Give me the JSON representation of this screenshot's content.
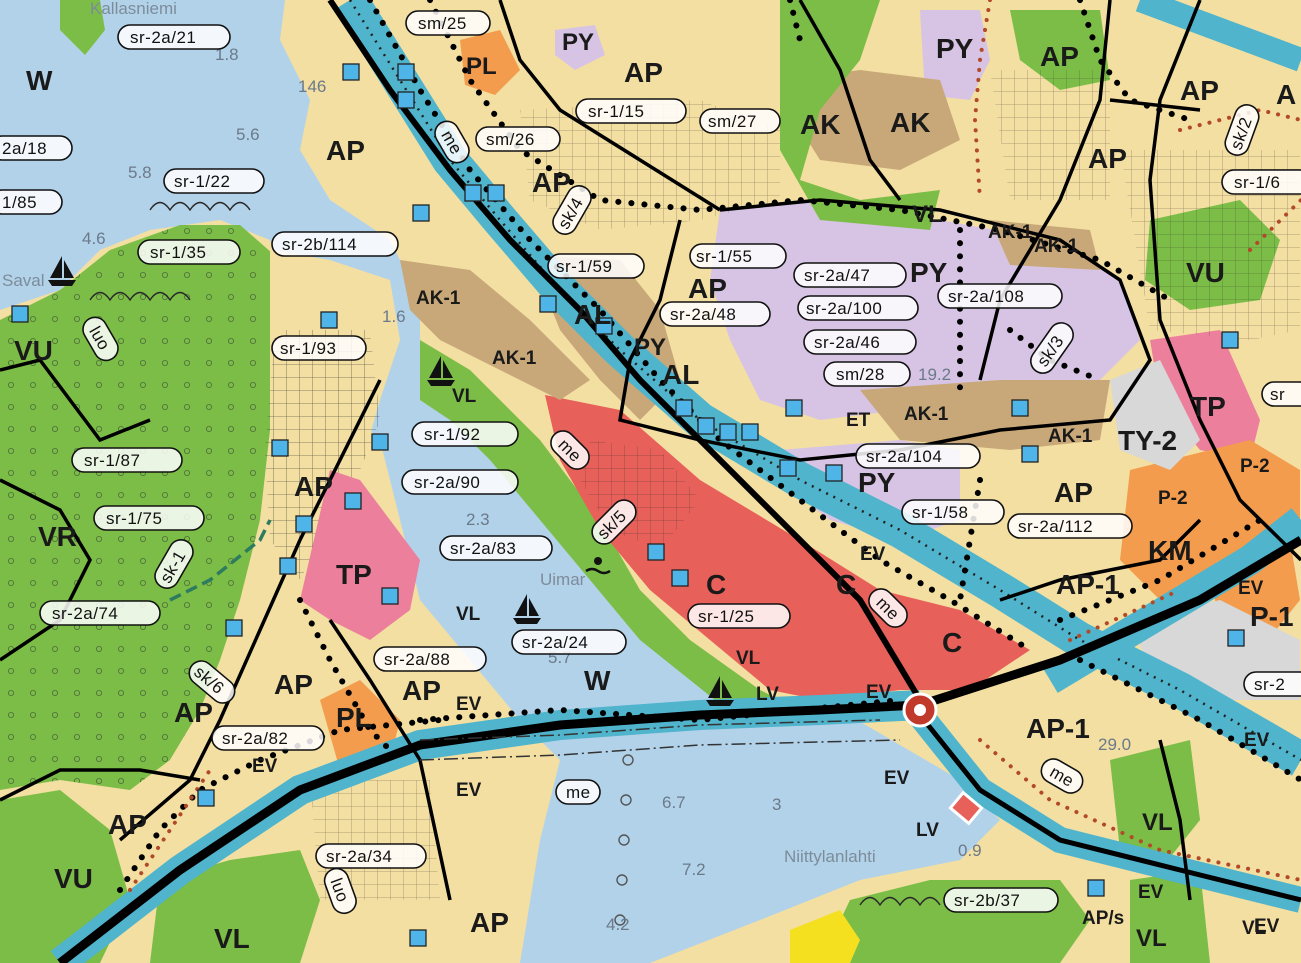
{
  "map": {
    "water_labels": [
      "W",
      "W"
    ],
    "zones": [
      {
        "id": "ap1",
        "label": "AP"
      },
      {
        "id": "ap2",
        "label": "AP"
      },
      {
        "id": "ap3",
        "label": "AP"
      },
      {
        "id": "ap4",
        "label": "AP"
      },
      {
        "id": "ap5",
        "label": "AP"
      },
      {
        "id": "ap6",
        "label": "AP"
      },
      {
        "id": "ap7",
        "label": "AP"
      },
      {
        "id": "ap8",
        "label": "AP"
      },
      {
        "id": "ap9",
        "label": "AP"
      },
      {
        "id": "ap10",
        "label": "AP"
      },
      {
        "id": "ap11",
        "label": "AP"
      },
      {
        "id": "ap12",
        "label": "AP"
      },
      {
        "id": "ap13",
        "label": "AP"
      },
      {
        "id": "ap14",
        "label": "AP"
      },
      {
        "id": "a1",
        "label": "A"
      },
      {
        "id": "py1",
        "label": "PY"
      },
      {
        "id": "py2",
        "label": "PY"
      },
      {
        "id": "py3",
        "label": "PY"
      },
      {
        "id": "py4",
        "label": "PY"
      },
      {
        "id": "py5",
        "label": "PY"
      },
      {
        "id": "pl1",
        "label": "PL"
      },
      {
        "id": "pl2",
        "label": "PL"
      },
      {
        "id": "ak1",
        "label": "AK"
      },
      {
        "id": "ak2",
        "label": "AK"
      },
      {
        "id": "ak1a",
        "label": "AK-1"
      },
      {
        "id": "ak1b",
        "label": "AK-1"
      },
      {
        "id": "ak1c",
        "label": "AK-1"
      },
      {
        "id": "ak1d",
        "label": "AK-1"
      },
      {
        "id": "ak1e",
        "label": "AK-1"
      },
      {
        "id": "ak1f",
        "label": "AK-1"
      },
      {
        "id": "al1",
        "label": "AL"
      },
      {
        "id": "al2",
        "label": "AL"
      },
      {
        "id": "vu1",
        "label": "VU"
      },
      {
        "id": "vu2",
        "label": "VU"
      },
      {
        "id": "vu3",
        "label": "VU"
      },
      {
        "id": "vr1",
        "label": "VR"
      },
      {
        "id": "vl1",
        "label": "VL"
      },
      {
        "id": "vl2",
        "label": "VL"
      },
      {
        "id": "vl3",
        "label": "VL"
      },
      {
        "id": "vl4",
        "label": "VL"
      },
      {
        "id": "vl5",
        "label": "VL"
      },
      {
        "id": "vl6",
        "label": "VL"
      },
      {
        "id": "vl7",
        "label": "VL"
      },
      {
        "id": "vl8",
        "label": "VL"
      },
      {
        "id": "tp1",
        "label": "TP"
      },
      {
        "id": "tp2",
        "label": "TP"
      },
      {
        "id": "c1",
        "label": "C"
      },
      {
        "id": "c2",
        "label": "C"
      },
      {
        "id": "c3",
        "label": "C"
      },
      {
        "id": "et1",
        "label": "ET"
      },
      {
        "id": "ty2",
        "label": "TY-2"
      },
      {
        "id": "p2a",
        "label": "P-2"
      },
      {
        "id": "p2b",
        "label": "P-2"
      },
      {
        "id": "km1",
        "label": "KM"
      },
      {
        "id": "ap1x",
        "label": "AP-1"
      },
      {
        "id": "ap1y",
        "label": "AP-1"
      },
      {
        "id": "p1",
        "label": "P-1"
      },
      {
        "id": "aps",
        "label": "AP/s"
      },
      {
        "id": "lv1",
        "label": "LV"
      },
      {
        "id": "lv2",
        "label": "LV"
      },
      {
        "id": "ev1",
        "label": "EV"
      },
      {
        "id": "ev2",
        "label": "EV"
      },
      {
        "id": "ev3",
        "label": "EV"
      },
      {
        "id": "ev4",
        "label": "EV"
      },
      {
        "id": "ev5",
        "label": "EV"
      },
      {
        "id": "ev6",
        "label": "EV"
      },
      {
        "id": "ev7",
        "label": "EV"
      },
      {
        "id": "ev8",
        "label": "EV"
      },
      {
        "id": "ev9",
        "label": "EV"
      },
      {
        "id": "ev10",
        "label": "EV"
      }
    ],
    "refs": [
      {
        "id": "r1",
        "label": "sr-2a/21"
      },
      {
        "id": "r2",
        "label": "sm/25"
      },
      {
        "id": "r3",
        "label": "sr-1/15"
      },
      {
        "id": "r4",
        "label": "sm/27"
      },
      {
        "id": "r5",
        "label": "sm/26"
      },
      {
        "id": "r6",
        "label": "2a/18"
      },
      {
        "id": "r7",
        "label": "sr-1/22"
      },
      {
        "id": "r8",
        "label": "1/85"
      },
      {
        "id": "r9",
        "label": "sr-1/35"
      },
      {
        "id": "r10",
        "label": "sr-2b/114"
      },
      {
        "id": "r11",
        "label": "sr-1/59"
      },
      {
        "id": "r12",
        "label": "sr-1/55"
      },
      {
        "id": "r13",
        "label": "sr-2a/47"
      },
      {
        "id": "r14",
        "label": "sr-2a/48"
      },
      {
        "id": "r15",
        "label": "sr-2a/100"
      },
      {
        "id": "r16",
        "label": "sr-2a/108"
      },
      {
        "id": "r17",
        "label": "sr-2a/46"
      },
      {
        "id": "r18",
        "label": "sm/28"
      },
      {
        "id": "r19",
        "label": "sr-1/93"
      },
      {
        "id": "r20",
        "label": "sr-1/92"
      },
      {
        "id": "r21",
        "label": "sr-1/87"
      },
      {
        "id": "r22",
        "label": "sr-2a/90"
      },
      {
        "id": "r23",
        "label": "sr-1/75"
      },
      {
        "id": "r24",
        "label": "sr-2a/83"
      },
      {
        "id": "r25",
        "label": "sr-2a/104"
      },
      {
        "id": "r26",
        "label": "sr-1/58"
      },
      {
        "id": "r27",
        "label": "sr-2a/112"
      },
      {
        "id": "r28",
        "label": "sr-2a/74"
      },
      {
        "id": "r29",
        "label": "sr-1/25"
      },
      {
        "id": "r30",
        "label": "sr-2a/24"
      },
      {
        "id": "r31",
        "label": "sr-2a/88"
      },
      {
        "id": "r32",
        "label": "sr-2a/82"
      },
      {
        "id": "r33",
        "label": "sr-2a/34"
      },
      {
        "id": "r34",
        "label": "sr-2b/37"
      },
      {
        "id": "r35",
        "label": "sr-1/6"
      },
      {
        "id": "r36",
        "label": "sr"
      },
      {
        "id": "r37",
        "label": "sr-2"
      }
    ],
    "me_labels": [
      "me",
      "me",
      "me",
      "me",
      "me"
    ],
    "sk_labels": [
      "sk/4",
      "sk/2",
      "sk/3",
      "sk/5",
      "sk/6",
      "sk-1"
    ],
    "luo_labels": [
      "luo",
      "luo"
    ],
    "depths": [
      "1.8",
      "146",
      "5.6",
      "5.8",
      "4.6",
      "1.6",
      "2.3",
      "5.7",
      "6.7",
      "7.2",
      "0.9",
      "29.0",
      "4.2",
      "19.2",
      "3"
    ],
    "place_names": [
      "Kallasniemi",
      "Uimar",
      "Niittylanlahti",
      "Saval"
    ]
  }
}
